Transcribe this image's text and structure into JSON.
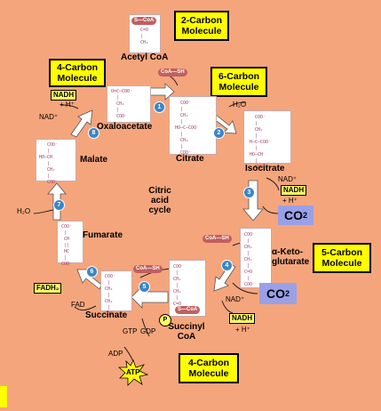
{
  "cycle_title": "Citric acid cycle",
  "boxes": {
    "two_carbon": "2-Carbon Molecule",
    "four_carbon_top": "4-Carbon Molecule",
    "six_carbon": "6-Carbon Molecule",
    "five_carbon": "5-Carbon Molecule",
    "four_carbon_bottom": "4-Carbon Molecule"
  },
  "molecules": {
    "acetyl_coa": "Acetyl CoA",
    "oxaloacetate": "Oxaloacetate",
    "citrate": "Citrate",
    "isocitrate": "Isocitrate",
    "alpha_ketoglutarate": "α-Keto-\nglutarate",
    "succinyl_coa": "Succinyl CoA",
    "succinate": "Succinate",
    "fumarate": "Fumarate",
    "malate": "Malate"
  },
  "cofactors": {
    "nadh_top": "NADH",
    "h_plus_top": "+ H⁺",
    "nad_top": "NAD⁺",
    "coa_sh_top": "CoA—SH",
    "h2o_top": "H₂O",
    "nad_right": "NAD⁺",
    "nadh_right": "NADH",
    "h_plus_right": "+ H⁺",
    "co2_1": "CO",
    "co2_2": "CO",
    "coa_sh_mid": "CoA—SH",
    "nad_lower": "NAD⁺",
    "nadh_lower": "NADH",
    "h_plus_lower": "+ H⁺",
    "coa_sh_bottom": "CoA—SH",
    "gtp": "GTP",
    "gdp": "GDP",
    "adp": "ADP",
    "atp": "ATP",
    "p": "P",
    "fad": "FAD",
    "fadh2": "FADH₂",
    "h2o_left": "H₂O"
  },
  "step_numbers": [
    "1",
    "2",
    "3",
    "4",
    "5",
    "6",
    "7",
    "8"
  ],
  "colors": {
    "background": "#f5a57c",
    "box_fill": "#ffff00",
    "co2_fill": "#9aa0e8",
    "step_circle": "#3a86c8"
  }
}
